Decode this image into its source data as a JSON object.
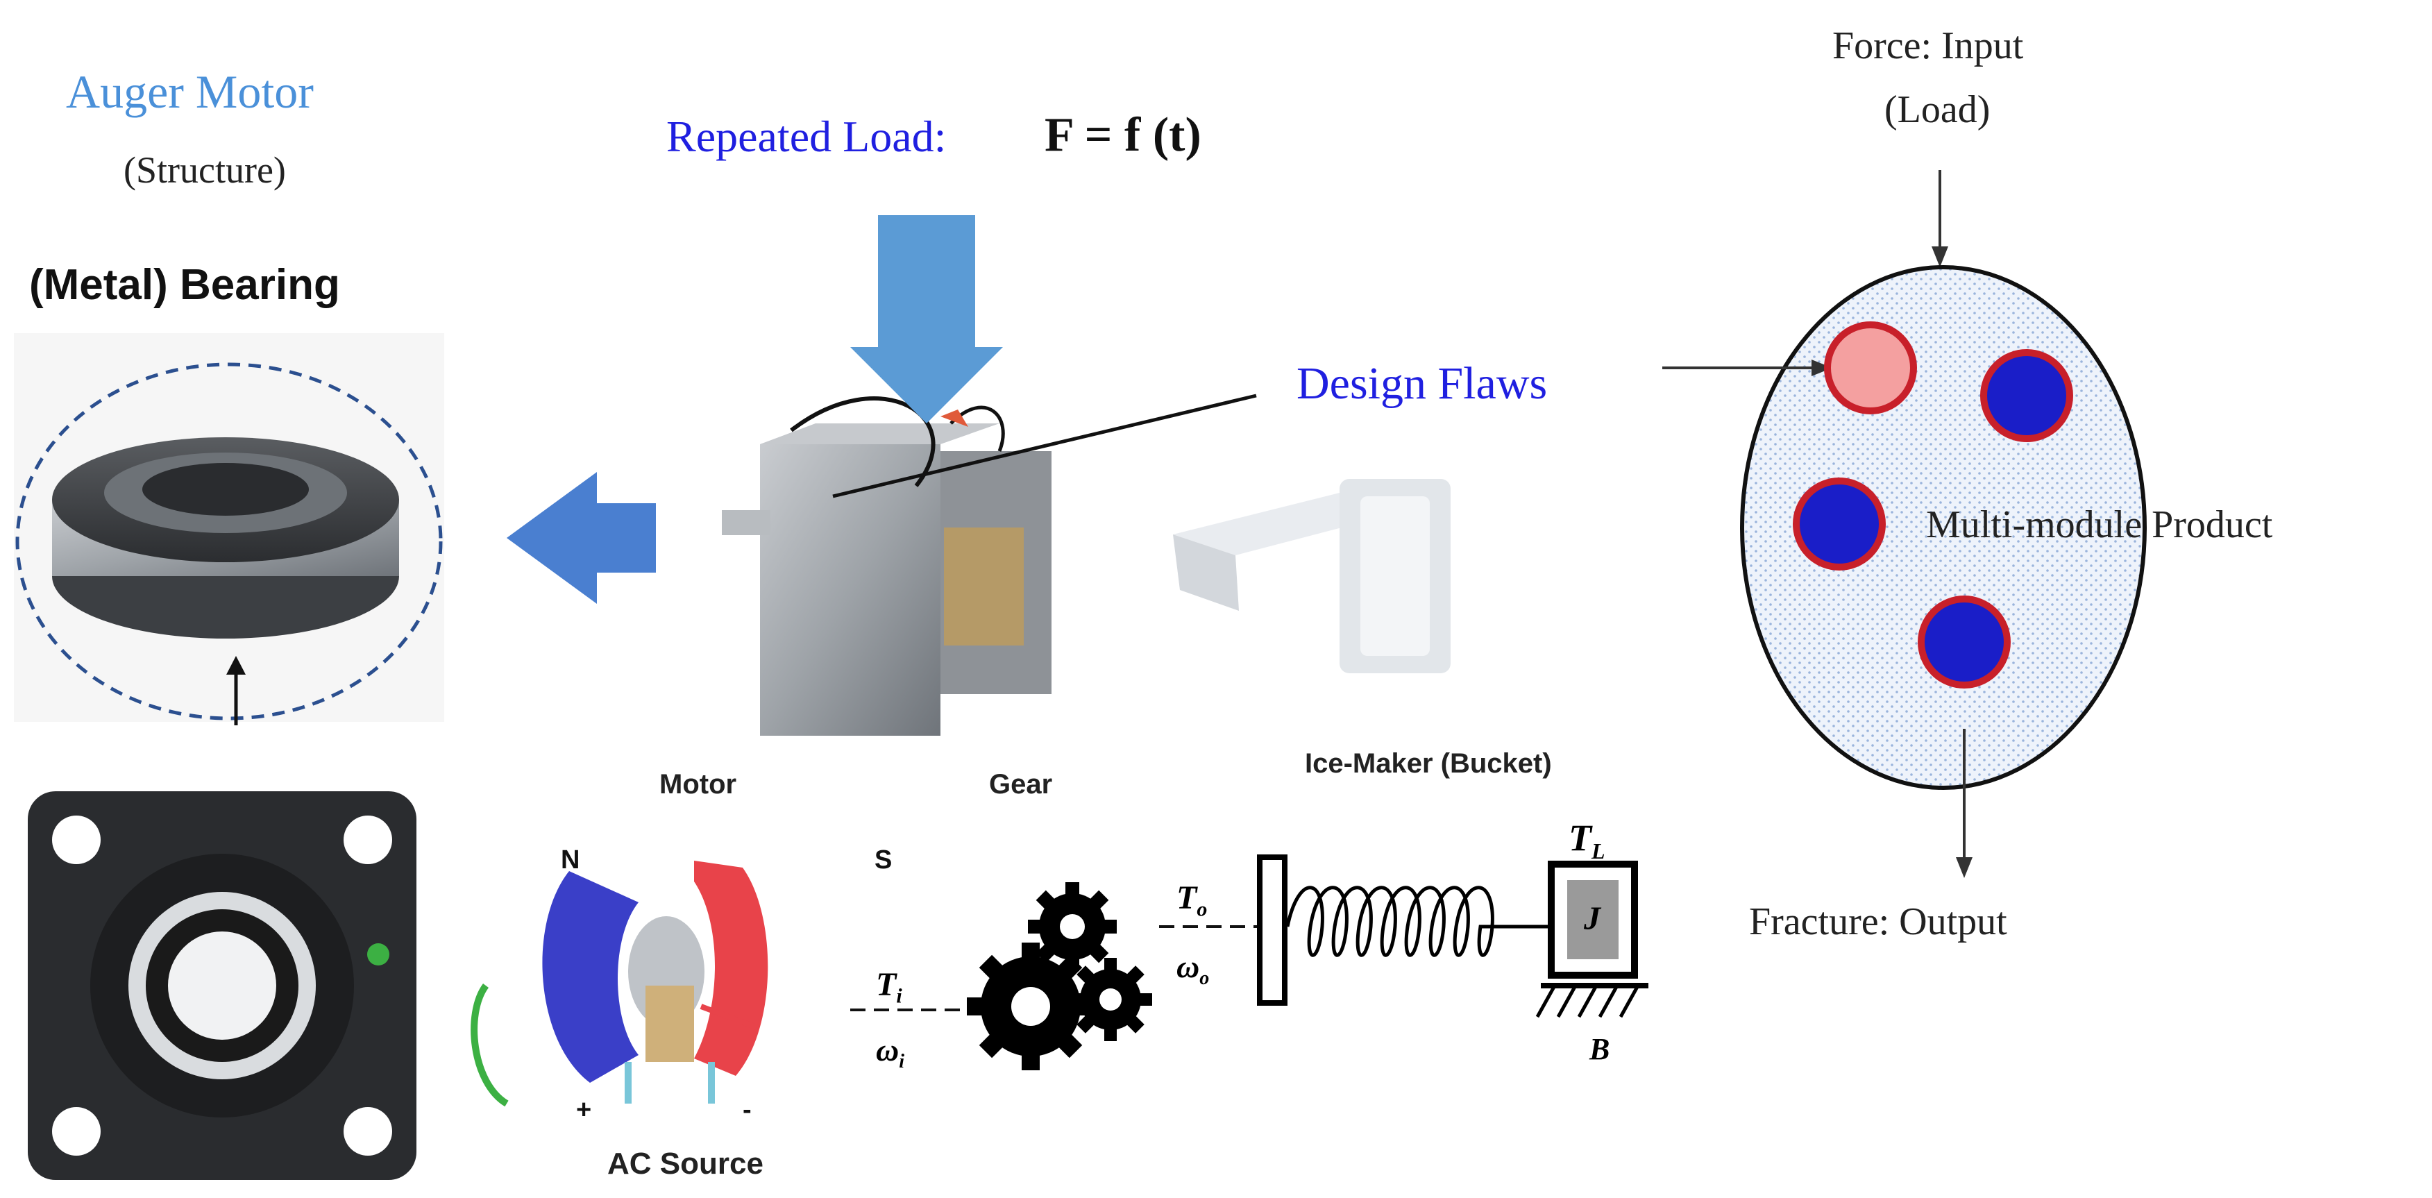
{
  "colors": {
    "light_blue_title": "#4a90d9",
    "blue_text": "#1f1fe0",
    "arrow_blue": "#4a86d0",
    "big_arrow": "#5b9bd5",
    "red_outline": "#c8202a",
    "dark_blue": "#1a1ec8",
    "pink": "#f28080",
    "dotted_fill": "#dfe9f7"
  },
  "left": {
    "title": "Auger Motor",
    "subtitle": "(Structure)",
    "bearing_label": "(Metal) Bearing"
  },
  "center": {
    "load_prefix": "Repeated Load:",
    "load_formula": "F = f (t)",
    "motor_label": "Motor",
    "gear_label": "Gear",
    "ice_maker_label": "Ice-Maker (Bucket)",
    "ac_source_label": "AC Source",
    "pole_n": "N",
    "pole_s": "S",
    "plus": "+",
    "minus": "-",
    "design_flaws": "Design Flaws"
  },
  "symbols": {
    "ti": "T",
    "ti_sub": "i",
    "wi": "ω",
    "wi_sub": "i",
    "to": "T",
    "to_sub": "o",
    "wo": "ω",
    "wo_sub": "o",
    "tl": "T",
    "tl_sub": "L",
    "j": "J",
    "b": "B"
  },
  "right": {
    "force_input": "Force: Input",
    "load": "(Load)",
    "multi_module": "Multi-module Product",
    "fracture_output": "Fracture: Output"
  }
}
